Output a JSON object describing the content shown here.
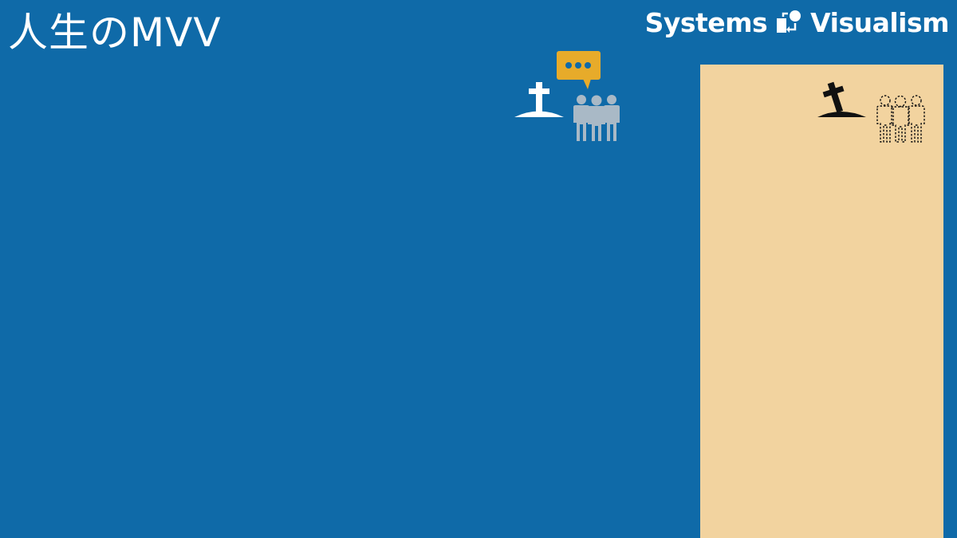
{
  "slide": {
    "title": "人生のMVV",
    "brand": {
      "left": "Systems",
      "right": "Visualism",
      "logo_icon": "systems-loop-icon"
    }
  },
  "icons": {
    "grave": "grave-icon",
    "speech": "speech-bubble-icon",
    "group": "people-group-icon",
    "faded_group": "dashed-people-group-icon"
  },
  "colors": {
    "background": "#0f6aa8",
    "panel": "#f2d39f",
    "speech_bubble": "#e7ab2a",
    "people_grey": "#a9b9c6",
    "text": "#ffffff",
    "dark_icon": "#111111"
  }
}
